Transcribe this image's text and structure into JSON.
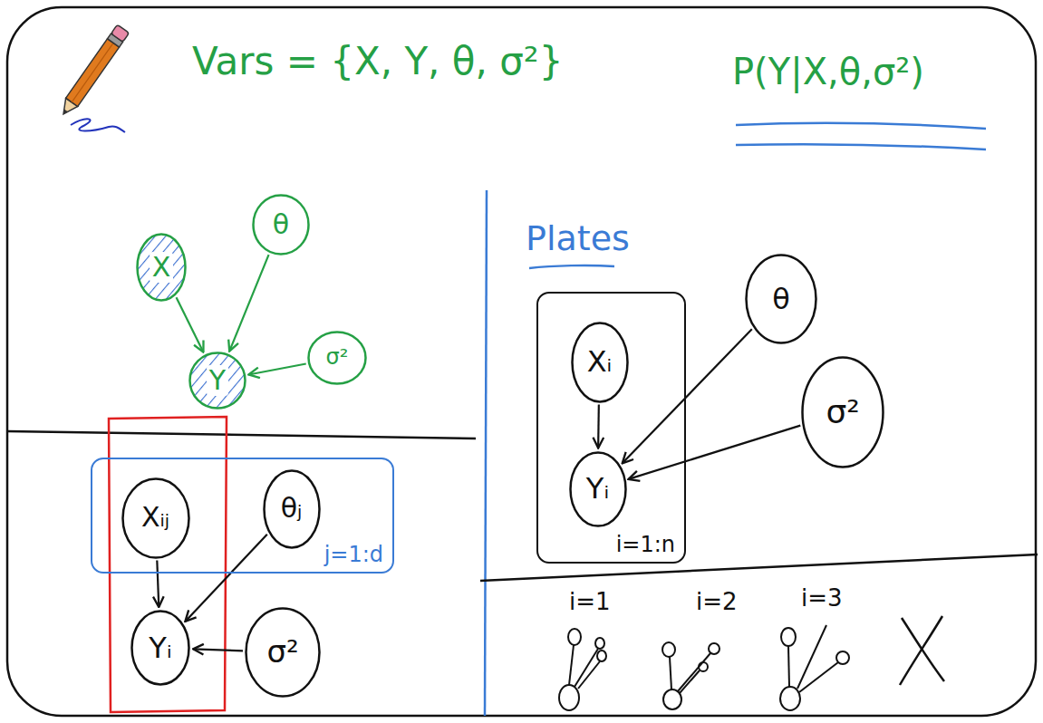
{
  "diagram": {
    "nodes": [
      {
        "text": [
          "θ"
        ]
      },
      {
        "text": [
          "X"
        ]
      },
      {
        "text": [
          "σ²"
        ]
      },
      {
        "text": [
          "Y"
        ]
      },
      {
        "text": [
          "j=1:d"
        ]
      },
      {
        "text": [
          "Xᵢⱼ"
        ],
        "in": 4
      },
      {
        "text": [
          "θⱼ"
        ],
        "in": 4
      },
      {
        "text": [
          "Yᵢ"
        ]
      },
      {
        "text": [
          "σ²"
        ]
      },
      {
        "text": [
          "i=1:n"
        ]
      },
      {
        "text": [
          "Xᵢ"
        ],
        "in": 9
      },
      {
        "text": [
          "Yᵢ"
        ],
        "in": 9
      },
      {
        "text": [
          "θ"
        ]
      },
      {
        "text": [
          "σ²"
        ]
      }
    ],
    "edges": [
      {
        "from": 1,
        "to": 3,
        "arrow": "to"
      },
      {
        "from": 0,
        "to": 3,
        "arrow": "to"
      },
      {
        "from": 2,
        "to": 3,
        "arrow": "to"
      },
      {
        "from": 5,
        "to": 7,
        "arrow": "to"
      },
      {
        "from": 6,
        "to": 7,
        "arrow": "to"
      },
      {
        "from": 8,
        "to": 7,
        "arrow": "to"
      },
      {
        "from": 10,
        "to": 11,
        "arrow": "to"
      },
      {
        "from": 12,
        "to": 11,
        "arrow": "to"
      },
      {
        "from": 13,
        "to": 11,
        "arrow": "to"
      }
    ],
    "labels": [
      "Vars = {X, Y, θ, σ²}",
      "P(Y|X,θ,σ²)",
      "Plates",
      "i=1",
      "i=2",
      "i=3"
    ]
  }
}
